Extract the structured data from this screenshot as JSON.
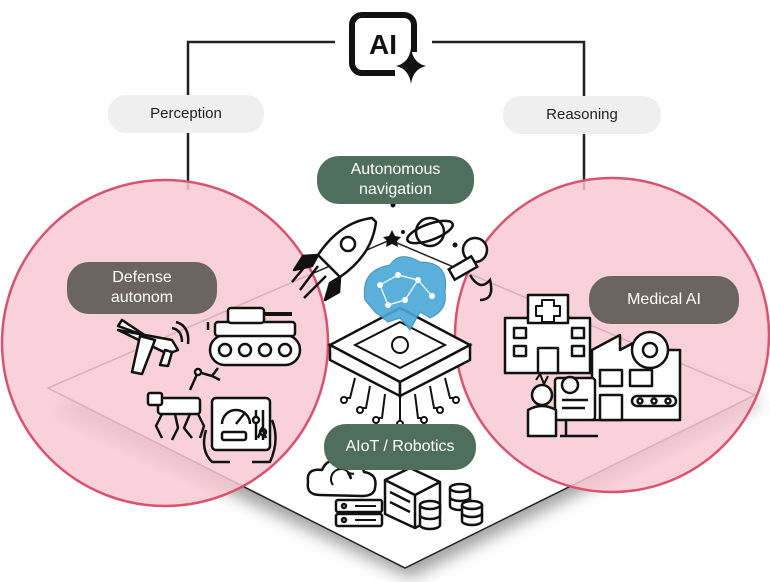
{
  "header": {
    "logo_text": "AI"
  },
  "branches": {
    "left_label": "Perception",
    "right_label": "Reasoning"
  },
  "domains": {
    "autonomous_navigation": "Autonomous\nnavigation",
    "defense": "Defense\nautonom",
    "medical": "Medical AI",
    "aiot": "AIoT / Robotics"
  },
  "colors": {
    "circle_fill": "#f7c9d3",
    "circle_stroke": "#d9536f",
    "pill_green": "#4f6e5d",
    "pill_dark": "#6a6560",
    "pill_gray": "#efefef",
    "brain": "#4aa8d8"
  },
  "icons": {
    "logo": "ai-sparkle-icon",
    "rocket": "rocket-icon",
    "planet": "planet-icon",
    "satellite": "satellite-icon",
    "brain_chip": "brain-chip-icon",
    "drone": "drone-icon",
    "tank": "tank-icon",
    "robot_dog": "robot-dog-icon",
    "tablet_control": "tablet-control-icon",
    "hospital": "hospital-icon",
    "factory": "factory-icon",
    "doctor": "doctor-icon",
    "cloud": "cloud-icon",
    "server": "server-icon",
    "database": "database-icon"
  }
}
